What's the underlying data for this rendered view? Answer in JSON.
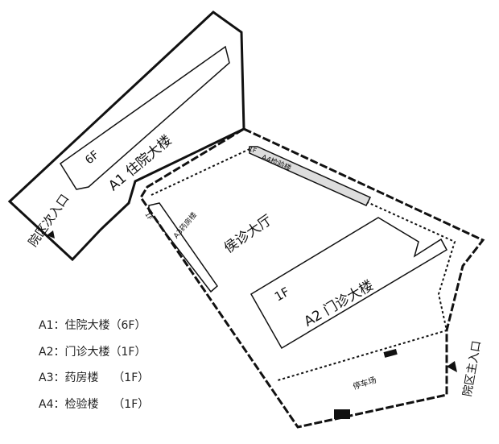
{
  "buildings": {
    "a1": {
      "name": "A1 住院大楼",
      "floors": "6F"
    },
    "a2": {
      "name": "A2 门诊大楼",
      "floors": "1F"
    },
    "a3": {
      "name": "A3药房楼",
      "floors": "1F"
    },
    "a4": {
      "name": "A4检验楼",
      "floors": "1F"
    }
  },
  "areas": {
    "hall": "侯诊大厅",
    "parking": "停车场",
    "main_entrance": "院区主入口",
    "secondary_entrance": "院区次入口"
  },
  "legend": [
    "A1：住院大楼（6F）",
    "A2：门诊大楼（1F）",
    "A3：药房楼    （1F）",
    "A4：检验楼    （1F）"
  ]
}
